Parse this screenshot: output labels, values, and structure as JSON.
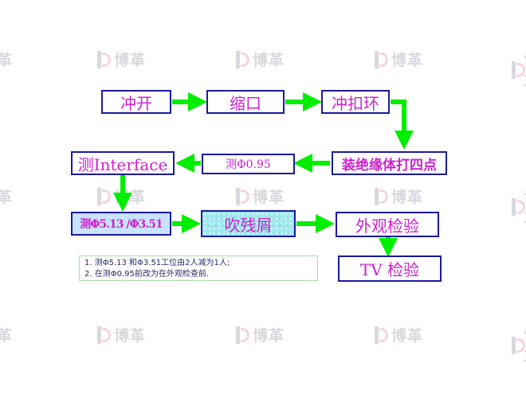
{
  "watermark": {
    "brand": "博革"
  },
  "nodes": {
    "punch": "冲开",
    "shrink": "缩口",
    "crimp": "冲扣环",
    "insulation_points": "装绝缘体打四点",
    "measure_095": "测Φ0.95",
    "measure_interface": "测Interface",
    "measure_513_351": "测Φ5.13 /Φ3.51",
    "blow_debris": "吹残屑",
    "visual_check": "外观检验",
    "tv_check": "TV 检验"
  },
  "note": {
    "line1": "1. 测Φ5.13 和Φ3.51工位由2人减为1人;",
    "line2": "2. 在测Φ0.95前改为在外观检查前."
  },
  "colors": {
    "arrow": "#00ee00",
    "node_border": "#1a1aa0",
    "node_text": "#cc22cc"
  }
}
